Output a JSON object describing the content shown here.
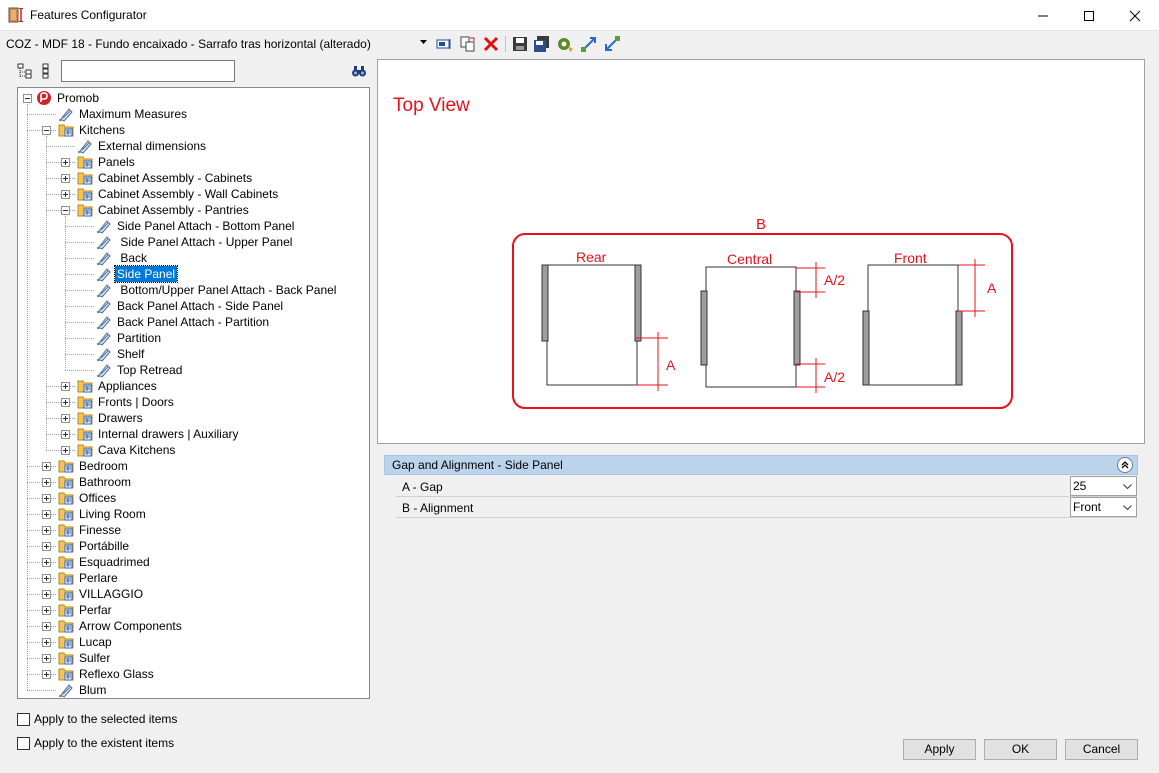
{
  "window": {
    "title": "Features Configurator",
    "minimize_symbol": "—",
    "maximize_symbol": "☐",
    "close_symbol": "✕"
  },
  "toolbar": {
    "config_value": "COZ - MDF 18 - Fundo encaixado - Sarrafo tras horizontal (alterado)",
    "icons": [
      "select-icon",
      "copy-icon",
      "delete-icon",
      "save-icon",
      "save-as-icon",
      "settings-icon",
      "import-icon",
      "export-icon"
    ]
  },
  "tree_tools": {
    "search_value": "",
    "icons": [
      "expand-tree-icon",
      "collapse-tree-icon",
      "find-icon"
    ]
  },
  "tree": [
    {
      "label": "Promob",
      "level": 0,
      "exp": "minus",
      "icon": "promob-logo"
    },
    {
      "label": "Maximum Measures",
      "level": 1,
      "exp": "",
      "icon": "feature-icon"
    },
    {
      "label": "Kitchens",
      "level": 1,
      "exp": "minus",
      "icon": "folder-icon"
    },
    {
      "label": "External dimensions",
      "level": 2,
      "exp": "",
      "icon": "feature-icon"
    },
    {
      "label": "Panels",
      "level": 2,
      "exp": "plus",
      "icon": "folder-icon"
    },
    {
      "label": "Cabinet Assembly - Cabinets",
      "level": 2,
      "exp": "plus",
      "icon": "folder-icon"
    },
    {
      "label": "Cabinet Assembly - Wall Cabinets",
      "level": 2,
      "exp": "plus",
      "icon": "folder-icon"
    },
    {
      "label": "Cabinet Assembly - Pantries",
      "level": 2,
      "exp": "minus",
      "icon": "folder-icon"
    },
    {
      "label": "Side Panel Attach - Bottom Panel",
      "level": 3,
      "exp": "",
      "icon": "feature-icon"
    },
    {
      "label": " Side Panel Attach - Upper Panel",
      "level": 3,
      "exp": "",
      "icon": "feature-icon"
    },
    {
      "label": " Back",
      "level": 3,
      "exp": "",
      "icon": "feature-icon"
    },
    {
      "label": "Side Panel",
      "level": 3,
      "exp": "",
      "icon": "feature-icon",
      "selected": true
    },
    {
      "label": " Bottom/Upper Panel Attach - Back Panel",
      "level": 3,
      "exp": "",
      "icon": "feature-icon"
    },
    {
      "label": "Back Panel Attach - Side Panel",
      "level": 3,
      "exp": "",
      "icon": "feature-icon"
    },
    {
      "label": "Back Panel Attach - Partition",
      "level": 3,
      "exp": "",
      "icon": "feature-icon"
    },
    {
      "label": "Partition",
      "level": 3,
      "exp": "",
      "icon": "feature-icon"
    },
    {
      "label": "Shelf",
      "level": 3,
      "exp": "",
      "icon": "feature-icon"
    },
    {
      "label": "Top Retread",
      "level": 3,
      "exp": "",
      "icon": "feature-icon"
    },
    {
      "label": "Appliances",
      "level": 2,
      "exp": "plus",
      "icon": "folder-icon"
    },
    {
      "label": "Fronts | Doors",
      "level": 2,
      "exp": "plus",
      "icon": "folder-icon"
    },
    {
      "label": "Drawers",
      "level": 2,
      "exp": "plus",
      "icon": "folder-icon"
    },
    {
      "label": "Internal drawers | Auxiliary",
      "level": 2,
      "exp": "plus",
      "icon": "folder-icon"
    },
    {
      "label": "Cava Kitchens",
      "level": 2,
      "exp": "plus",
      "icon": "folder-icon"
    },
    {
      "label": "Bedroom",
      "level": 1,
      "exp": "plus",
      "icon": "folder-icon"
    },
    {
      "label": "Bathroom",
      "level": 1,
      "exp": "plus",
      "icon": "folder-icon"
    },
    {
      "label": "Offices",
      "level": 1,
      "exp": "plus",
      "icon": "folder-icon"
    },
    {
      "label": "Living Room",
      "level": 1,
      "exp": "plus",
      "icon": "folder-icon"
    },
    {
      "label": "Finesse",
      "level": 1,
      "exp": "plus",
      "icon": "folder-icon"
    },
    {
      "label": "Portábille",
      "level": 1,
      "exp": "plus",
      "icon": "folder-icon"
    },
    {
      "label": "Esquadrimed",
      "level": 1,
      "exp": "plus",
      "icon": "folder-icon"
    },
    {
      "label": "Perlare",
      "level": 1,
      "exp": "plus",
      "icon": "folder-icon"
    },
    {
      "label": "VILLAGGIO",
      "level": 1,
      "exp": "plus",
      "icon": "folder-icon"
    },
    {
      "label": "Perfar",
      "level": 1,
      "exp": "plus",
      "icon": "folder-icon"
    },
    {
      "label": "Arrow Components",
      "level": 1,
      "exp": "plus",
      "icon": "folder-icon"
    },
    {
      "label": "Lucap",
      "level": 1,
      "exp": "plus",
      "icon": "folder-icon"
    },
    {
      "label": "Sulfer",
      "level": 1,
      "exp": "plus",
      "icon": "folder-icon"
    },
    {
      "label": "Reflexo Glass",
      "level": 1,
      "exp": "plus",
      "icon": "folder-icon"
    },
    {
      "label": "Blum",
      "level": 1,
      "exp": "",
      "icon": "feature-icon"
    }
  ],
  "preview": {
    "title": "Top View",
    "label_b": "B",
    "label_rear": "Rear",
    "label_central": "Central",
    "label_front": "Front",
    "label_a": "A",
    "label_a_half": "A/2",
    "accent_color": "#e8101a"
  },
  "properties": {
    "header": "Gap and Alignment -  Side Panel",
    "rows": [
      {
        "name": "A - Gap",
        "value": "25"
      },
      {
        "name": "B - Alignment",
        "value": "Front"
      }
    ]
  },
  "options": {
    "apply_selected": "Apply to the selected items",
    "apply_existent": "Apply to the existent items"
  },
  "buttons": {
    "apply": "Apply",
    "ok": "OK",
    "cancel": "Cancel"
  }
}
